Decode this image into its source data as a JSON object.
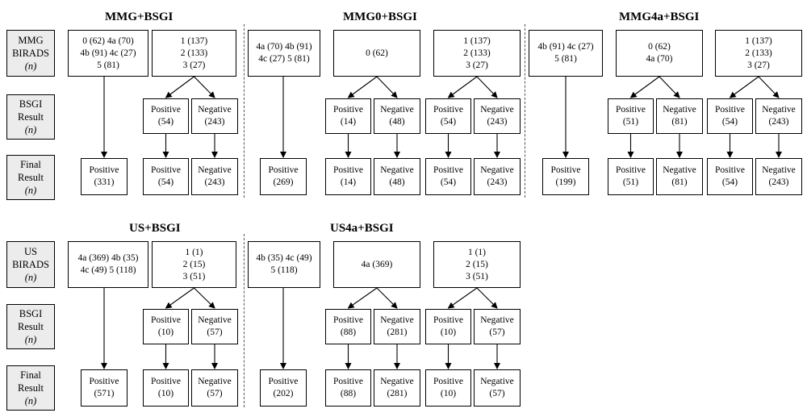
{
  "row_labels": {
    "mmg_birads": [
      "MMG",
      "BIRADS",
      "(n)"
    ],
    "bsgi_result": [
      "BSGI",
      "Result",
      "(n)"
    ],
    "final_result": [
      "Final",
      "Result",
      "(n)"
    ],
    "us_birads": [
      "US",
      "BIRADS",
      "(n)"
    ]
  },
  "titles": {
    "mmg_bsgi": "MMG+BSGI",
    "mmg0_bsgi": "MMG0+BSGI",
    "mmg4a_bsgi": "MMG4a+BSGI",
    "us_bsgi": "US+BSGI",
    "us4a_bsgi": "US4a+BSGI"
  },
  "boxes": {
    "mmg_a_top": [
      "0  (62)  4a (70)",
      "4b (91)  4c (27)",
      "5  (81)"
    ],
    "mmg_b_top": [
      "1  (137)",
      "2  (133)",
      "3   (27)"
    ],
    "mmg_a_final": [
      "Positive",
      "(331)"
    ],
    "mmg_b_pos": [
      "Positive",
      "(54)"
    ],
    "mmg_b_neg": [
      "Negative",
      "(243)"
    ],
    "mmg_b_final_pos": [
      "Positive",
      "(54)"
    ],
    "mmg_b_final_neg": [
      "Negative",
      "(243)"
    ],
    "mmg0_a_top": [
      "4a (70)  4b (91)",
      "4c (27)  5  (81)"
    ],
    "mmg0_b_top": [
      "0  (62)"
    ],
    "mmg0_c_top": [
      "1  (137)",
      "2  (133)",
      "3   (27)"
    ],
    "mmg0_a_final": [
      "Positive",
      "(269)"
    ],
    "mmg0_b_pos": [
      "Positive",
      "(14)"
    ],
    "mmg0_b_neg": [
      "Negative",
      "(48)"
    ],
    "mmg0_b_final_pos": [
      "Positive",
      "(14)"
    ],
    "mmg0_b_final_neg": [
      "Negative",
      "(48)"
    ],
    "mmg0_c_pos": [
      "Positive",
      "(54)"
    ],
    "mmg0_c_neg": [
      "Negative",
      "(243)"
    ],
    "mmg0_c_final_pos": [
      "Positive",
      "(54)"
    ],
    "mmg0_c_final_neg": [
      "Negative",
      "(243)"
    ],
    "mmg4a_a_top": [
      "4b (91)  4c (27)",
      "5  (81)"
    ],
    "mmg4a_b_top": [
      "0   (62)",
      "4a  (70)"
    ],
    "mmg4a_c_top": [
      "1  (137)",
      "2  (133)",
      "3   (27)"
    ],
    "mmg4a_a_final": [
      "Positive",
      "(199)"
    ],
    "mmg4a_b_pos": [
      "Positive",
      "(51)"
    ],
    "mmg4a_b_neg": [
      "Negative",
      "(81)"
    ],
    "mmg4a_b_final_pos": [
      "Positive",
      "(51)"
    ],
    "mmg4a_b_final_neg": [
      "Negative",
      "(81)"
    ],
    "mmg4a_c_pos": [
      "Positive",
      "(54)"
    ],
    "mmg4a_c_neg": [
      "Negative",
      "(243)"
    ],
    "mmg4a_c_final_pos": [
      "Positive",
      "(54)"
    ],
    "mmg4a_c_final_neg": [
      "Negative",
      "(243)"
    ],
    "us_a_top": [
      "4a (369)  4b (35)",
      "4c  (49)  5 (118)"
    ],
    "us_b_top": [
      "1   (1)",
      "2  (15)",
      "3  (51)"
    ],
    "us_a_final": [
      "Positive",
      "(571)"
    ],
    "us_b_pos": [
      "Positive",
      "(10)"
    ],
    "us_b_neg": [
      "Negative",
      "(57)"
    ],
    "us_b_final_pos": [
      "Positive",
      "(10)"
    ],
    "us_b_final_neg": [
      "Negative",
      "(57)"
    ],
    "us4a_a_top": [
      "4b (35)  4c (49)",
      "5 (118)"
    ],
    "us4a_b_top": [
      "4a  (369)"
    ],
    "us4a_c_top": [
      "1   (1)",
      "2  (15)",
      "3  (51)"
    ],
    "us4a_a_final": [
      "Positive",
      "(202)"
    ],
    "us4a_b_pos": [
      "Positive",
      "(88)"
    ],
    "us4a_b_neg": [
      "Negative",
      "(281)"
    ],
    "us4a_b_final_pos": [
      "Positive",
      "(88)"
    ],
    "us4a_b_final_neg": [
      "Negative",
      "(281)"
    ],
    "us4a_c_pos": [
      "Positive",
      "(10)"
    ],
    "us4a_c_neg": [
      "Negative",
      "(57)"
    ],
    "us4a_c_final_pos": [
      "Positive",
      "(10)"
    ],
    "us4a_c_final_neg": [
      "Negative",
      "(57)"
    ]
  }
}
